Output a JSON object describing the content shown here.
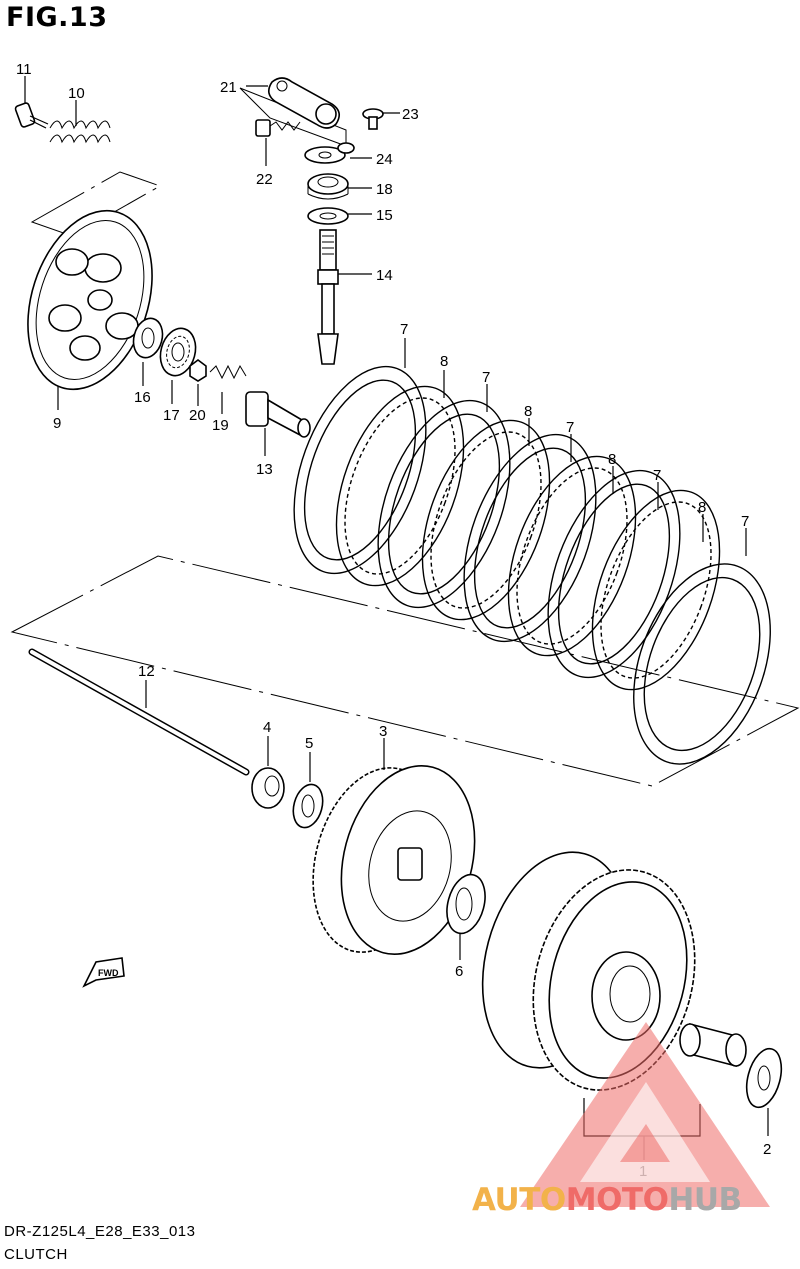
{
  "figure": {
    "title": "FIG.13"
  },
  "footer": {
    "model_code": "DR-Z125L4_E28_E33_013",
    "section_name": "CLUTCH"
  },
  "fwd_badge": "FWD",
  "watermark": {
    "part1": "AUTO",
    "part2": "MOTO",
    "part3": "HUB"
  },
  "callouts": [
    "11",
    "10",
    "21",
    "23",
    "24",
    "22",
    "18",
    "15",
    "14",
    "7",
    "8",
    "9",
    "16",
    "17",
    "20",
    "19",
    "13",
    "12",
    "4",
    "5",
    "3",
    "6",
    "2",
    "1"
  ]
}
